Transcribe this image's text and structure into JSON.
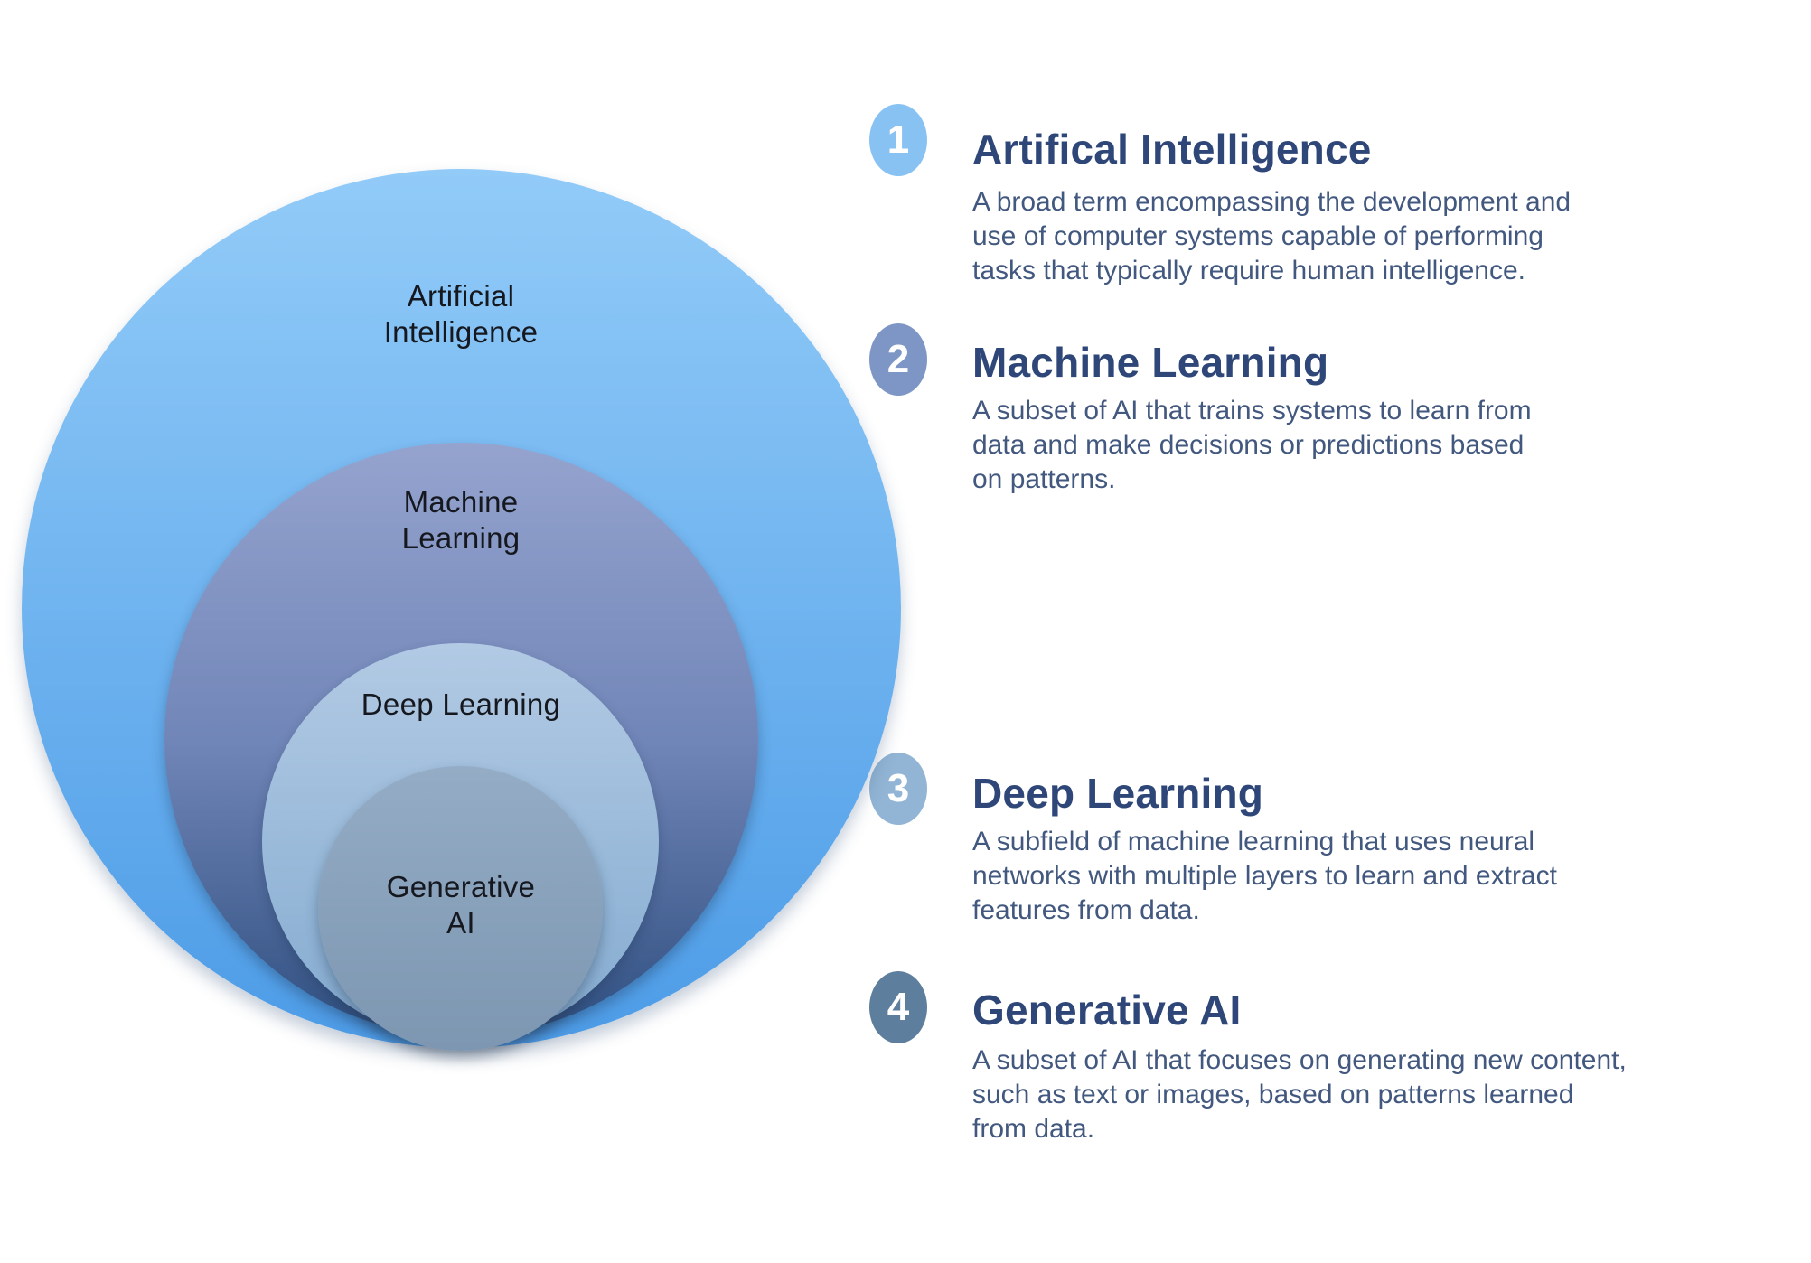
{
  "diagram": {
    "label_color": "#15181e",
    "circles": [
      {
        "name": "Artificial Intelligence",
        "label_lines": [
          "Artificial",
          "Intelligence"
        ],
        "fill": {
          "top": "#92cbf8",
          "bottom": "#4d9ce7"
        }
      },
      {
        "name": "Machine Learning",
        "label_lines": [
          "Machine",
          "Learning"
        ],
        "fill": {
          "top": "#95a3ce",
          "mid": "#7186b8",
          "bottom": "#2f4f80"
        }
      },
      {
        "name": "Deep Learning",
        "label_lines": [
          "Deep Learning"
        ],
        "fill": {
          "top": "#b2cae4",
          "bottom": "#84abd0"
        }
      },
      {
        "name": "Generative AI",
        "label_lines": [
          "Generative",
          "AI"
        ],
        "fill": {
          "top": "#94acc5",
          "bottom": "#7d96b1"
        }
      }
    ]
  },
  "legend": {
    "title_color": "#2e4778",
    "body_color": "#42587f",
    "items": [
      {
        "number": "1",
        "title": "Artifical Intelligence",
        "badge_color": "#88c2f2",
        "description_lines": [
          "A broad term encompassing the development and",
          "use of computer systems capable of performing",
          "tasks that typically require human intelligence."
        ]
      },
      {
        "number": "2",
        "title": "Machine Learning",
        "badge_color": "#7d96c5",
        "description_lines": [
          "A subset of AI that trains systems to learn from",
          "data and make decisions or predictions based",
          "on patterns."
        ]
      },
      {
        "number": "3",
        "title": "Deep Learning",
        "badge_color": "#92b5d5",
        "description_lines": [
          "A subfield of machine learning that uses neural",
          "networks with multiple layers to learn and extract",
          "features from data."
        ]
      },
      {
        "number": "4",
        "title": "Generative AI",
        "badge_color": "#5d7e9d",
        "description_lines": [
          "A subset of AI that focuses on generating new content,",
          "such as text or images, based on patterns learned",
          "from data."
        ]
      }
    ]
  }
}
